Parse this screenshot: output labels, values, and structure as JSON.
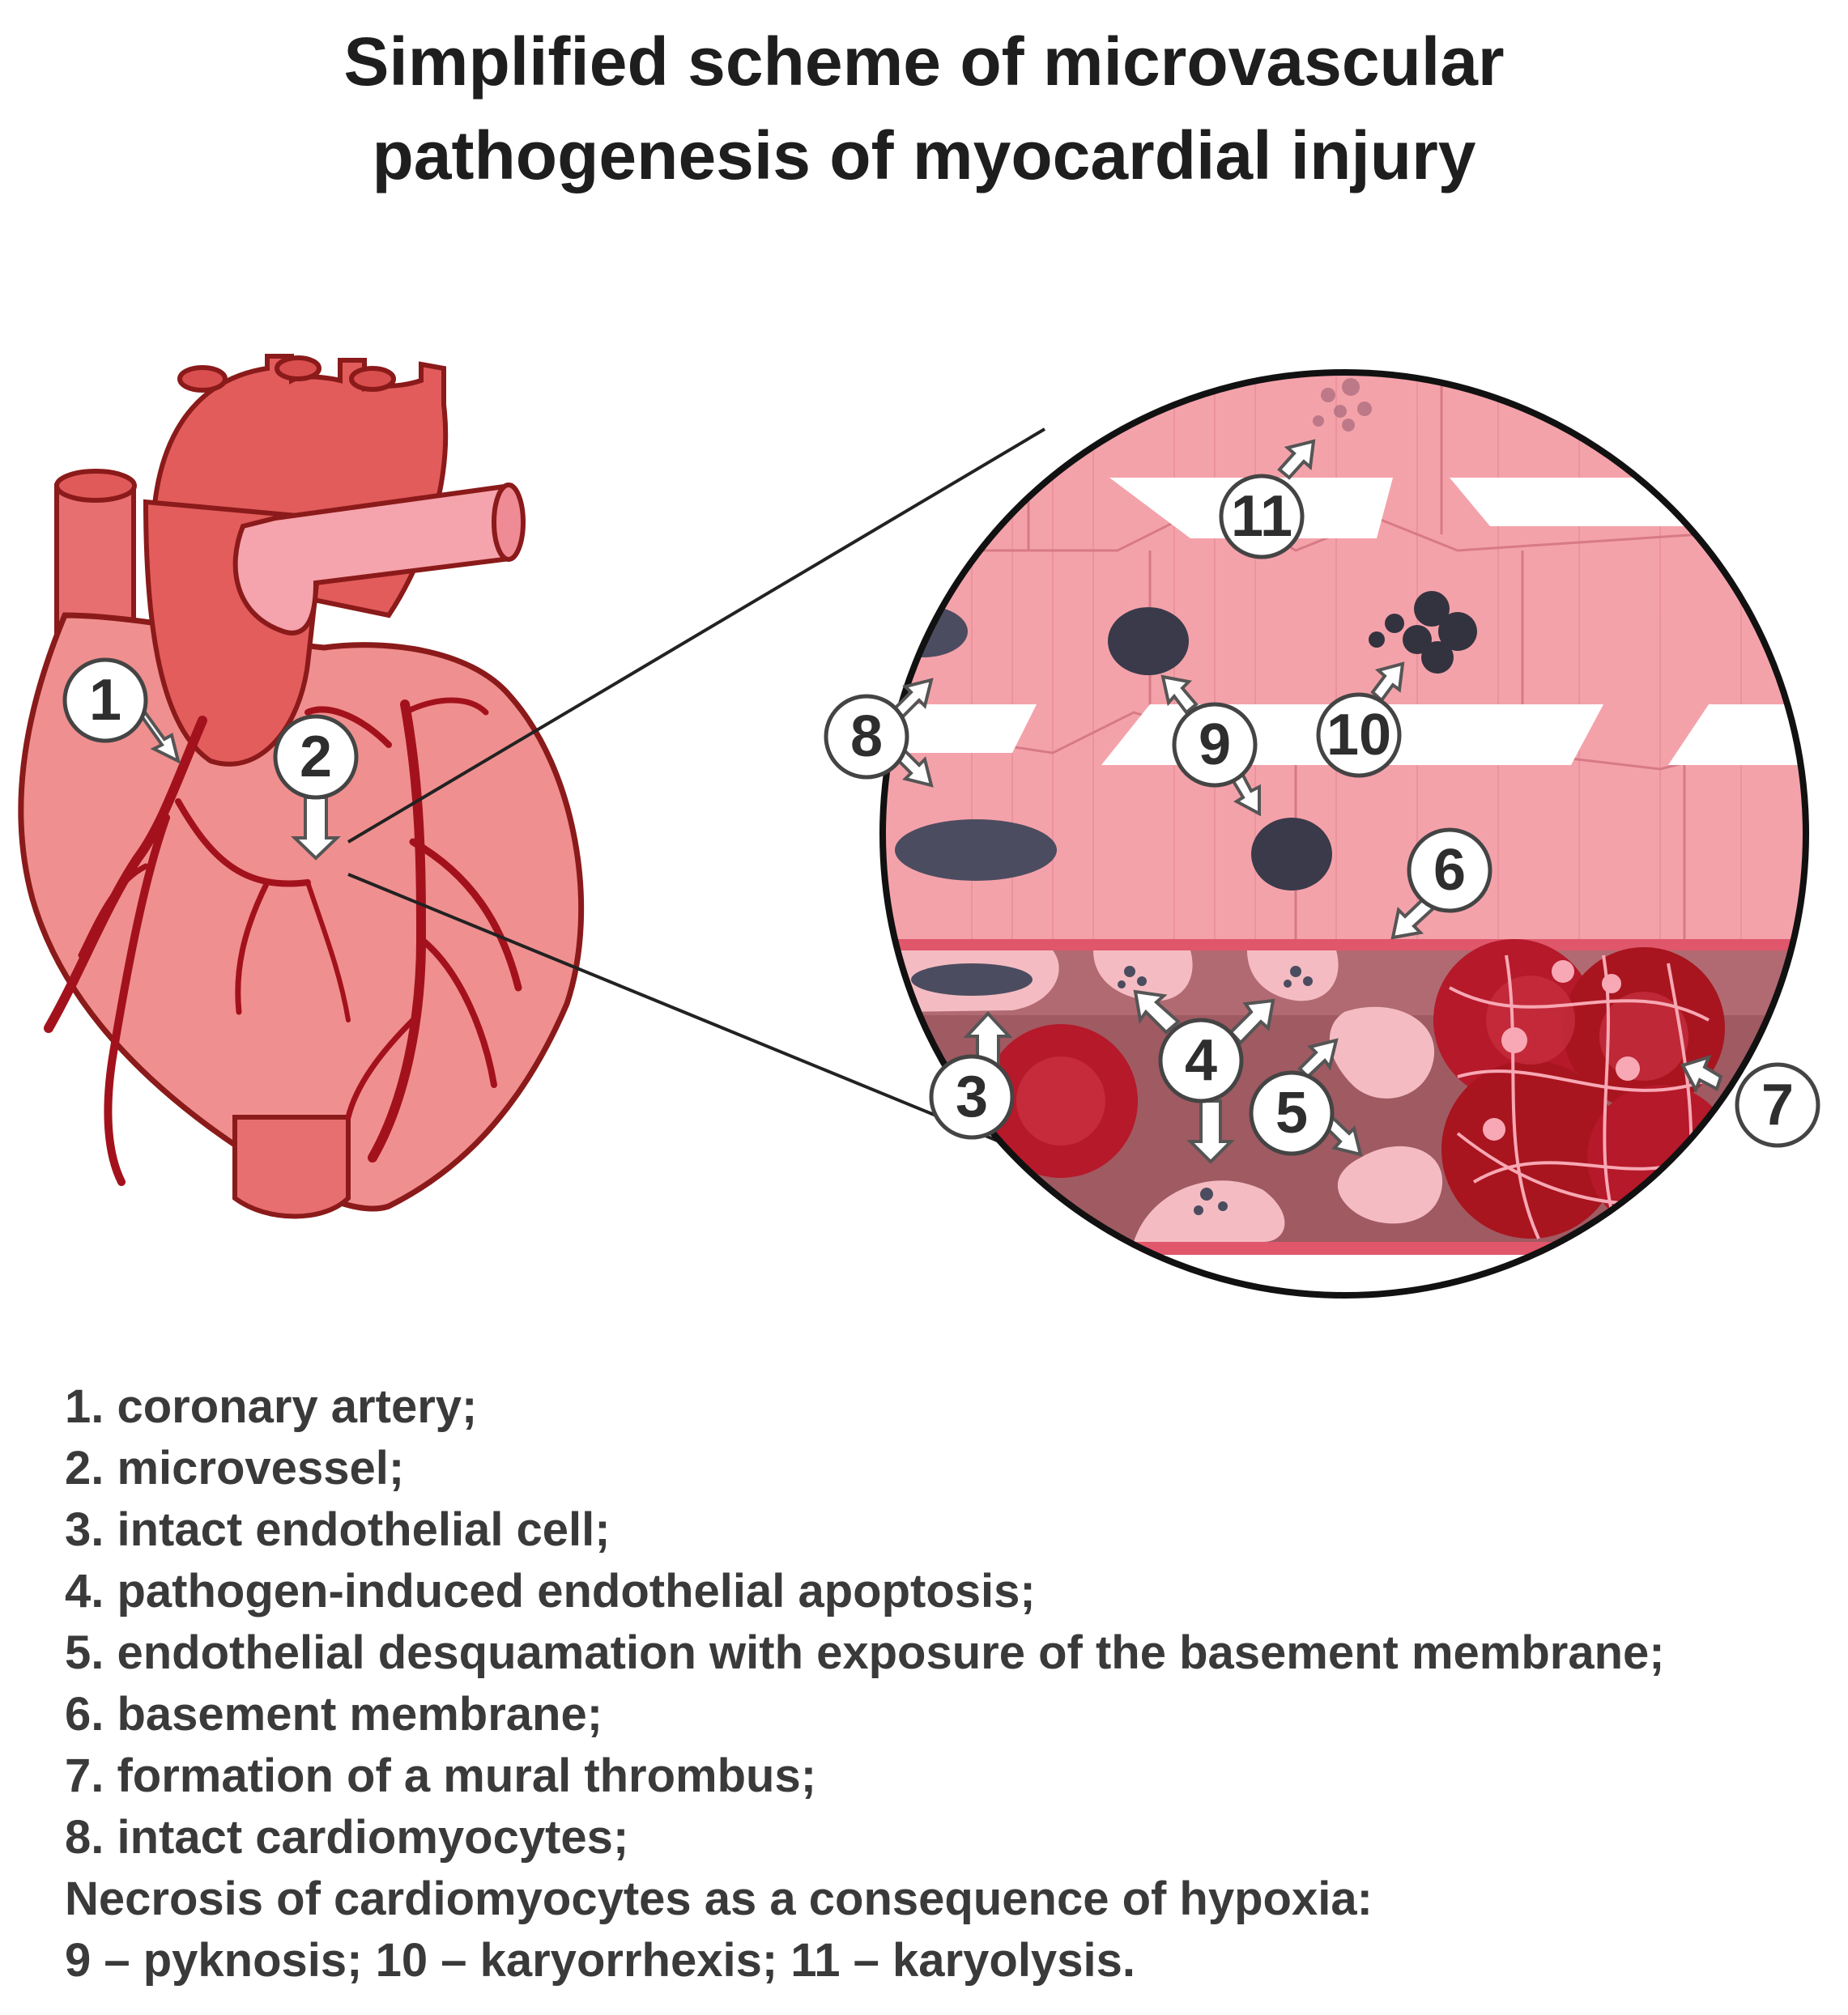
{
  "title": {
    "line1": "Simplified scheme of microvascular",
    "line2": "pathogenesis of myocardial injury"
  },
  "markers": [
    "1",
    "2",
    "3",
    "4",
    "5",
    "6",
    "7",
    "8",
    "9",
    "10",
    "11"
  ],
  "legend": {
    "items": [
      "1. coronary artery;",
      "2. microvessel;",
      "3. intact endothelial cell;",
      "4. pathogen-induced endothelial apoptosis;",
      "5. endothelial desquamation with exposure of the basement membrane;",
      "6. basement membrane;",
      "7. formation of a mural thrombus;",
      "8. intact cardiomyocytes;"
    ],
    "necrosis_heading": "Necrosis of cardiomyocytes as a consequence of hypoxia:",
    "necrosis_items": "9 – pyknosis; 10 – karyorrhexis; 11 – karyolysis."
  },
  "colors": {
    "heart_fill": "#f08f8f",
    "heart_outline": "#8b1a1a",
    "vessel": "#a3121c",
    "muscle": "#f4a2aa",
    "nucleus": "#3a3a4a",
    "erythrocyte": "#b5192a",
    "lumen": "#a05a62",
    "basement_membrane": "#e0566a"
  }
}
